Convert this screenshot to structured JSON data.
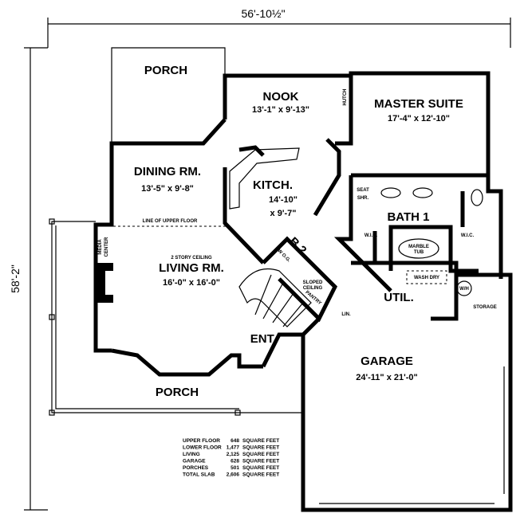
{
  "dimensions": {
    "width": "56'-10½\"",
    "depth": "58'-2\""
  },
  "rooms": {
    "porch_top": {
      "name": "PORCH"
    },
    "nook": {
      "name": "NOOK",
      "size": "13'-1\" x 9'-13\""
    },
    "hutch": "HUTCH",
    "master": {
      "name": "MASTER SUITE",
      "size": "17'-4\" x 12'-10\""
    },
    "dining": {
      "name": "DINING RM.",
      "size": "13'-5\" x 9'-8\""
    },
    "kitchen": {
      "name": "KITCH.",
      "size1": "14'-10\"",
      "size2": "x 9'-7\""
    },
    "upper_floor_line": "LINE OF UPPER FLOOR",
    "media_center": [
      "MEDIA",
      "CENTER"
    ],
    "living": {
      "name": "LIVING RM.",
      "note": "2 STORY CEILING",
      "size": "16'-0\" x 16'-0\""
    },
    "bath2": {
      "name": "B.2",
      "note": "W O.G."
    },
    "pantry": {
      "note1": "SLOPED",
      "note2": "CEILING",
      "name": "PANTRY"
    },
    "linen": "LIN.",
    "seat_shower": [
      "SEAT",
      "SHR."
    ],
    "bath1": {
      "name": "BATH 1"
    },
    "wic_left": "W.I.C.",
    "wic_right": "W.I.C.",
    "tub": [
      "MARBLE",
      "TUB"
    ],
    "laundry": "WASH  DRY",
    "util": {
      "name": "UTIL."
    },
    "water_heater": "W/H",
    "storage": "STORAGE",
    "entry": {
      "name": "ENT."
    },
    "porch_bottom": {
      "name": "PORCH"
    },
    "garage": {
      "name": "GARAGE",
      "size": "24'-11\" x 21'-0\""
    }
  },
  "square_footage": [
    {
      "label": "UPPER FLOOR",
      "value": "648",
      "unit": "SQUARE  FEET"
    },
    {
      "label": "LOWER FLOOR",
      "value": "1,477",
      "unit": "SQUARE  FEET"
    },
    {
      "label": "LIVING",
      "value": "2,125",
      "unit": "SQUARE  FEET"
    },
    {
      "label": "GARAGE",
      "value": "628",
      "unit": "SQUARE  FEET"
    },
    {
      "label": "PORCHES",
      "value": "501",
      "unit": "SQUARE  FEET"
    },
    {
      "label": "TOTAL SLAB",
      "value": "2,606",
      "unit": "SQUARE  FEET"
    }
  ]
}
